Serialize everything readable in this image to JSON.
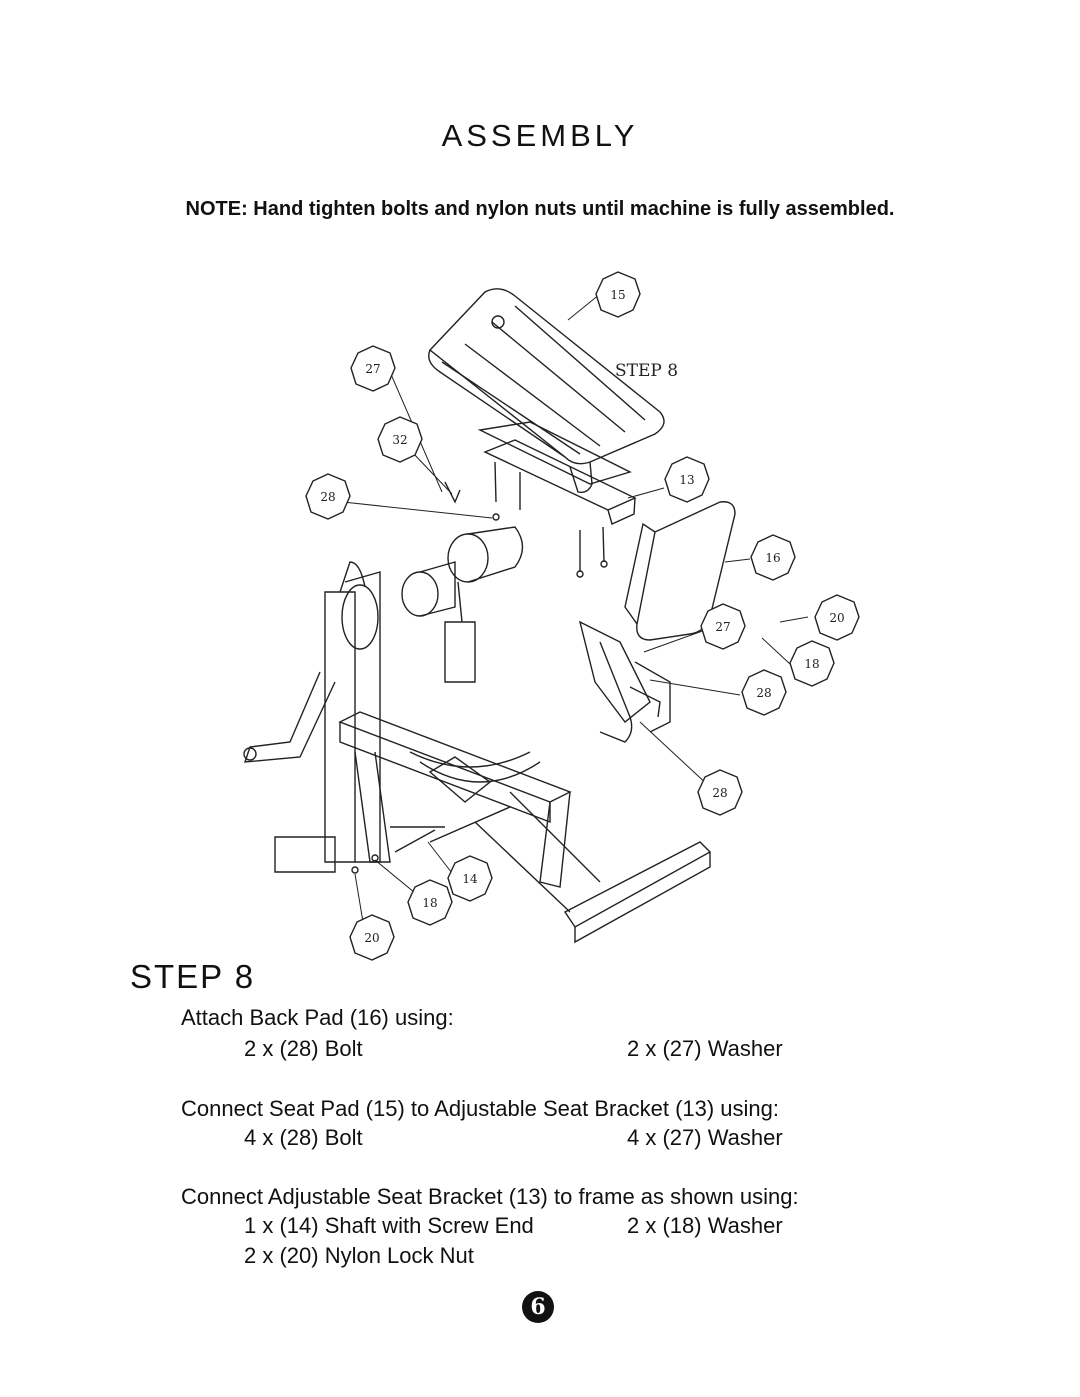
{
  "title": "ASSEMBLY",
  "note": "NOTE:  Hand tighten bolts and nylon nuts until machine is fully assembled.",
  "diagram": {
    "step_label": "STEP  8",
    "callouts": [
      "15",
      "27",
      "32",
      "28",
      "13",
      "16",
      "20",
      "27",
      "18",
      "28",
      "28",
      "14",
      "18",
      "20"
    ]
  },
  "step": {
    "heading": "STEP 8",
    "groups": [
      {
        "intro": "Attach Back Pad (16) using:",
        "items": [
          "2 x (28) Bolt",
          "2 x (27) Washer"
        ]
      },
      {
        "intro": "Connect Seat Pad (15) to Adjustable Seat Bracket (13) using:",
        "items": [
          "4 x (28) Bolt",
          "4 x (27) Washer"
        ]
      },
      {
        "intro": "Connect Adjustable Seat Bracket (13) to frame as shown using:",
        "items": [
          "1 x (14) Shaft with Screw End",
          "2 x (18) Washer",
          "2 x (20) Nylon Lock Nut"
        ]
      }
    ]
  },
  "page_number": "6"
}
